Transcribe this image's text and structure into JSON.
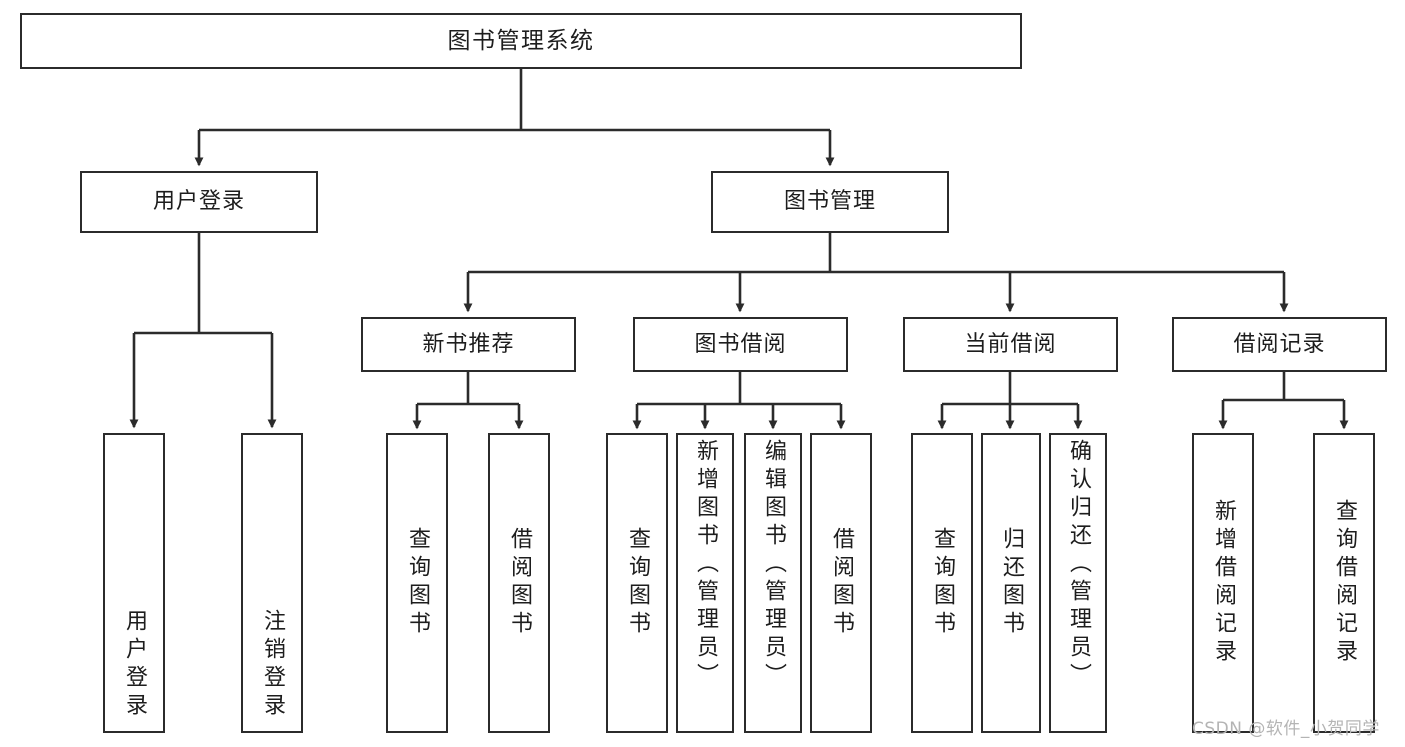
{
  "diagram": {
    "type": "hierarchy-tree",
    "title": "图书管理系统",
    "root": {
      "id": "root",
      "label": "图书管理系统"
    },
    "level2": [
      {
        "id": "user-login",
        "label": "用户登录"
      },
      {
        "id": "book-management",
        "label": "图书管理"
      }
    ],
    "level3": [
      {
        "id": "new-book-recommend",
        "label": "新书推荐",
        "parent": "book-management"
      },
      {
        "id": "book-borrow",
        "label": "图书借阅",
        "parent": "book-management"
      },
      {
        "id": "current-borrow",
        "label": "当前借阅",
        "parent": "book-management"
      },
      {
        "id": "borrow-record",
        "label": "借阅记录",
        "parent": "book-management"
      }
    ],
    "leaves": [
      {
        "id": "leaf-user-login",
        "label": "用户登录",
        "parent": "user-login"
      },
      {
        "id": "leaf-logout-login",
        "label": "注销登录",
        "parent": "user-login"
      },
      {
        "id": "leaf-query-book-1",
        "label": "查询图书",
        "parent": "new-book-recommend"
      },
      {
        "id": "leaf-borrow-book-1",
        "label": "借阅图书",
        "parent": "new-book-recommend"
      },
      {
        "id": "leaf-query-book-2",
        "label": "查询图书",
        "parent": "book-borrow"
      },
      {
        "id": "leaf-add-book",
        "label": "新增图书（管理员）",
        "parent": "book-borrow"
      },
      {
        "id": "leaf-edit-book",
        "label": "编辑图书（管理员）",
        "parent": "book-borrow"
      },
      {
        "id": "leaf-borrow-book-2",
        "label": "借阅图书",
        "parent": "book-borrow"
      },
      {
        "id": "leaf-query-book-3",
        "label": "查询图书",
        "parent": "current-borrow"
      },
      {
        "id": "leaf-return-book",
        "label": "归还图书",
        "parent": "current-borrow"
      },
      {
        "id": "leaf-confirm-return",
        "label": "确认归还（管理员）",
        "parent": "current-borrow"
      },
      {
        "id": "leaf-add-record",
        "label": "新增借阅记录",
        "parent": "borrow-record"
      },
      {
        "id": "leaf-query-record",
        "label": "查询借阅记录",
        "parent": "borrow-record"
      }
    ],
    "colors": {
      "stroke": "#2b2b2b",
      "fill": "#ffffff",
      "text": "#1d1d1d",
      "watermark": "#b4b4b4"
    }
  },
  "watermark": {
    "text": "CSDN @软件_小贺同学"
  }
}
